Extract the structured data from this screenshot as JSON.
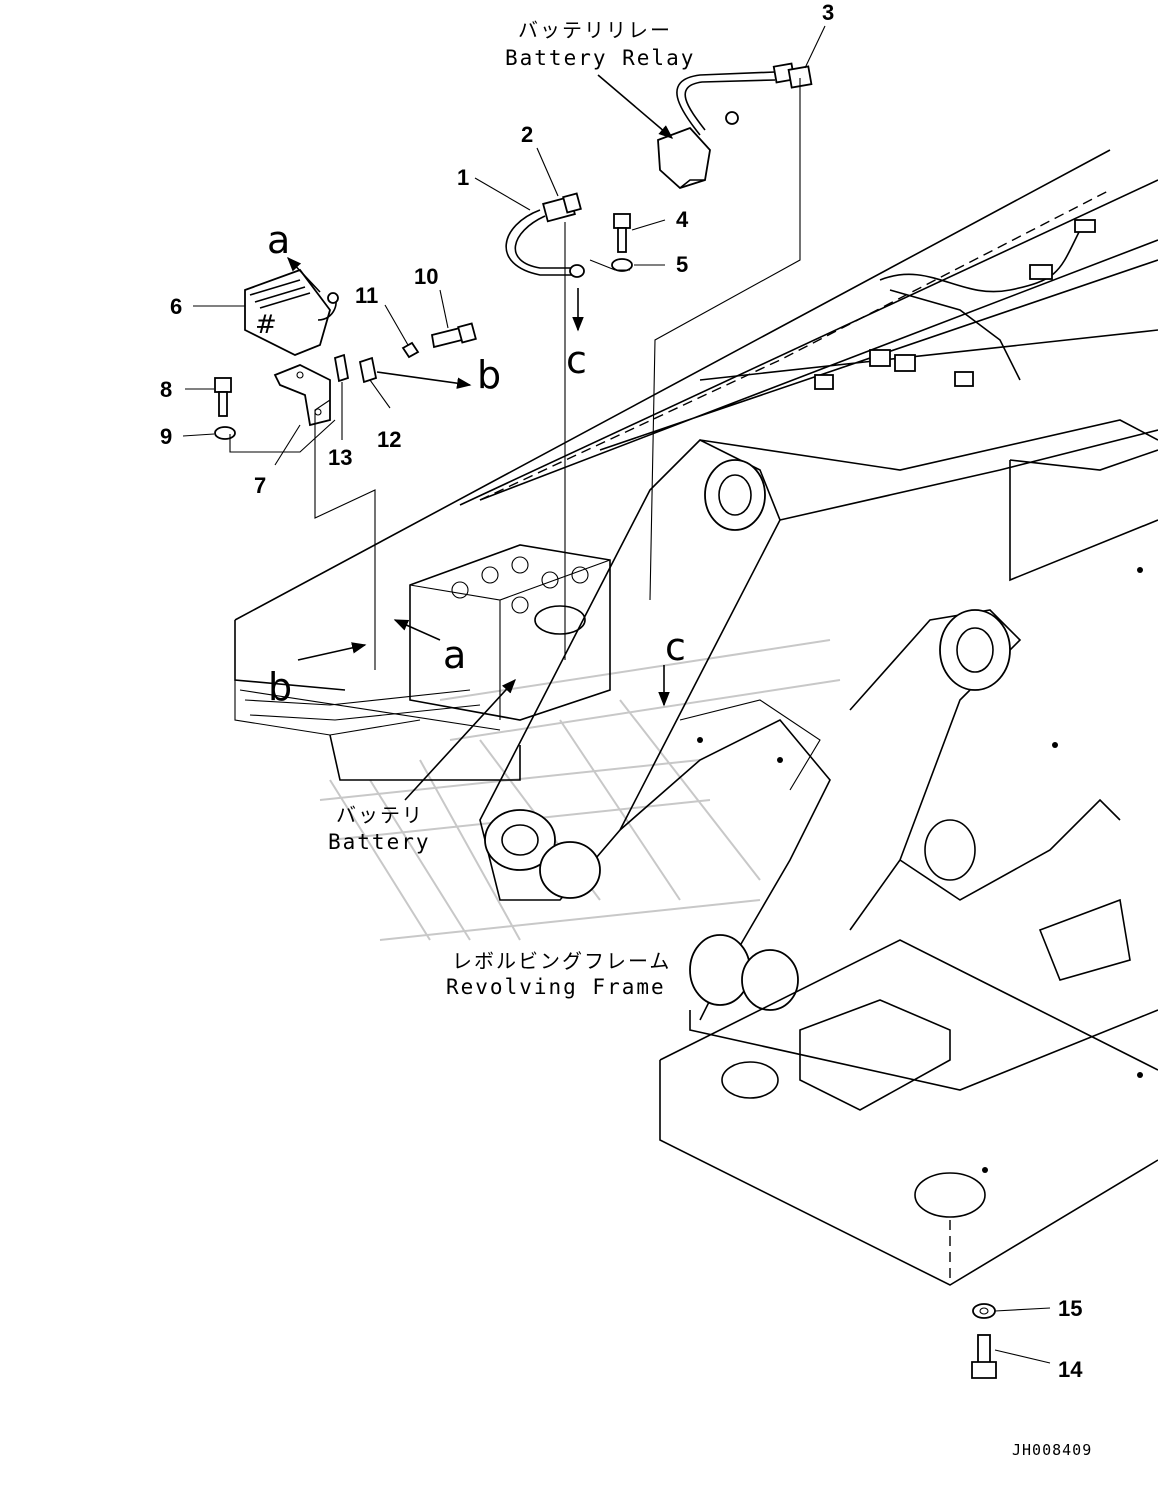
{
  "drawing_code": "JH008409",
  "labels": {
    "battery_relay_jp": "バッテリリレー",
    "battery_relay_en": "Battery Relay",
    "battery_jp": "バッテリ",
    "battery_en": "Battery",
    "frame_jp": "レボルビングフレーム",
    "frame_en": "Revolving Frame"
  },
  "callouts": {
    "n1": "1",
    "n2": "2",
    "n3": "3",
    "n4": "4",
    "n5": "5",
    "n6": "6",
    "n7": "7",
    "n8": "8",
    "n9": "9",
    "n10": "10",
    "n11": "11",
    "n12": "12",
    "n13": "13",
    "n14": "14",
    "n15": "15"
  },
  "view_letters": {
    "a_top": "a",
    "a_mid": "a",
    "b_right": "b",
    "b_left": "b",
    "c_top": "c",
    "c_mid": "c"
  }
}
